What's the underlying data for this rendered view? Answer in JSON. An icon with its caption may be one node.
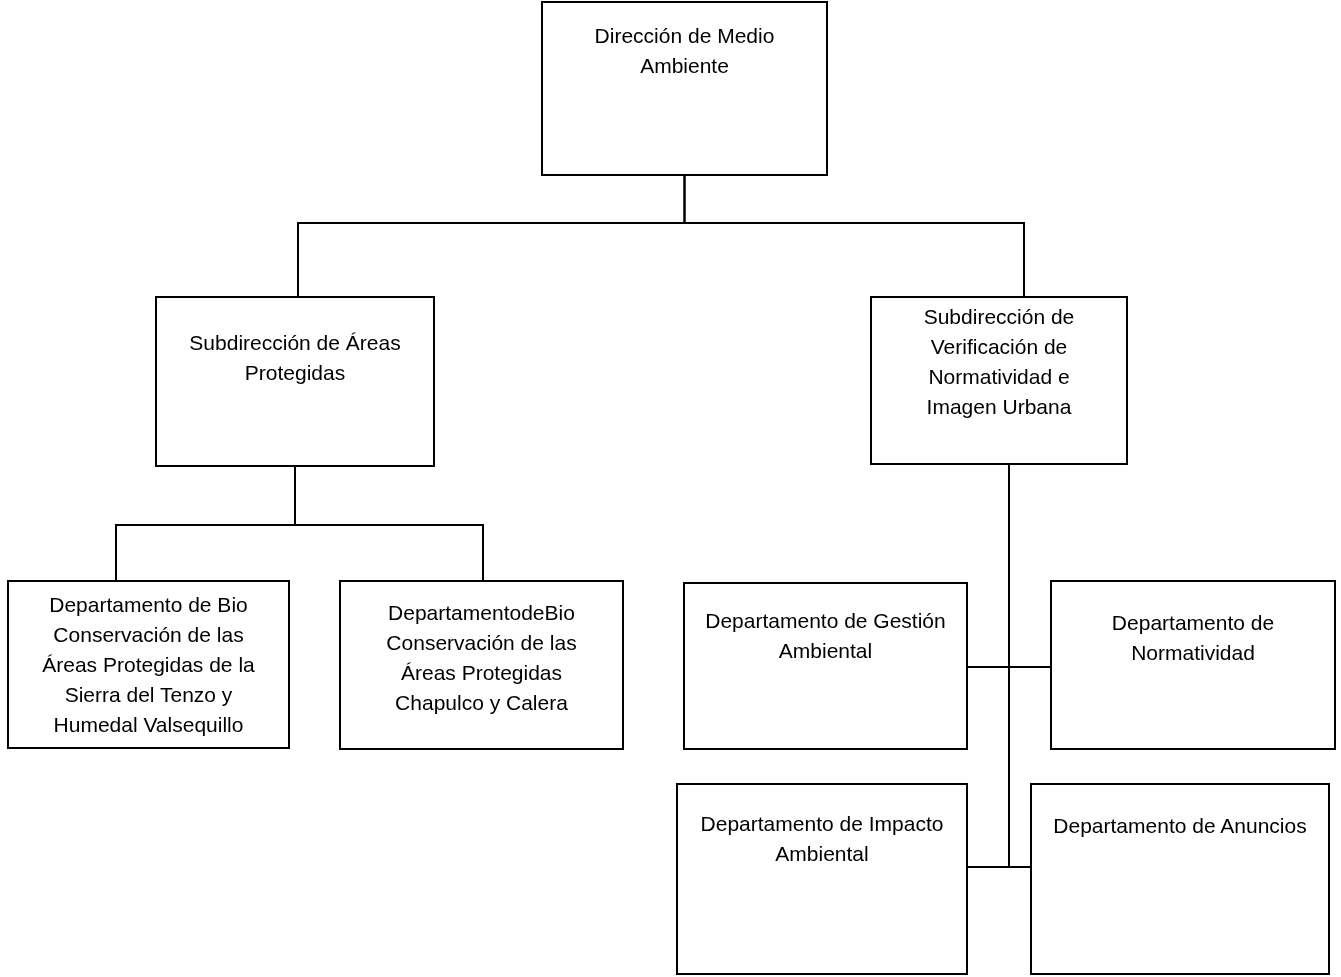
{
  "diagram": {
    "nodes": [
      {
        "text": [
          "Dirección de Medio Ambiente"
        ]
      },
      {
        "text": [
          "Subdirección de Áreas Protegidas"
        ]
      },
      {
        "text": [
          "Subdirección de Verificación de Normatividad e Imagen Urbana"
        ]
      },
      {
        "text": [
          "Departamento de Bio Conservación de las Áreas Protegidas de la Sierra del Tenzo y Humedal Valsequillo"
        ]
      },
      {
        "text": [
          "DepartamentodeBio Conservación de las Áreas Protegidas Chapulco y Calera"
        ]
      },
      {
        "text": [
          "Departamento de Gestión Ambiental"
        ]
      },
      {
        "text": [
          "Departamento de Normatividad"
        ]
      },
      {
        "text": [
          "Departamento de Impacto Ambiental"
        ]
      },
      {
        "text": [
          "Departamento de Anuncios"
        ]
      }
    ],
    "edges": [
      {
        "from": 0,
        "to": 1,
        "arrow": "none"
      },
      {
        "from": 0,
        "to": 2,
        "arrow": "none"
      },
      {
        "from": 1,
        "to": 3,
        "arrow": "none"
      },
      {
        "from": 1,
        "to": 4,
        "arrow": "none"
      },
      {
        "from": 2,
        "to": 5,
        "arrow": "none"
      },
      {
        "from": 2,
        "to": 6,
        "arrow": "none"
      },
      {
        "from": 2,
        "to": 7,
        "arrow": "none"
      },
      {
        "from": 2,
        "to": 8,
        "arrow": "none"
      }
    ]
  }
}
